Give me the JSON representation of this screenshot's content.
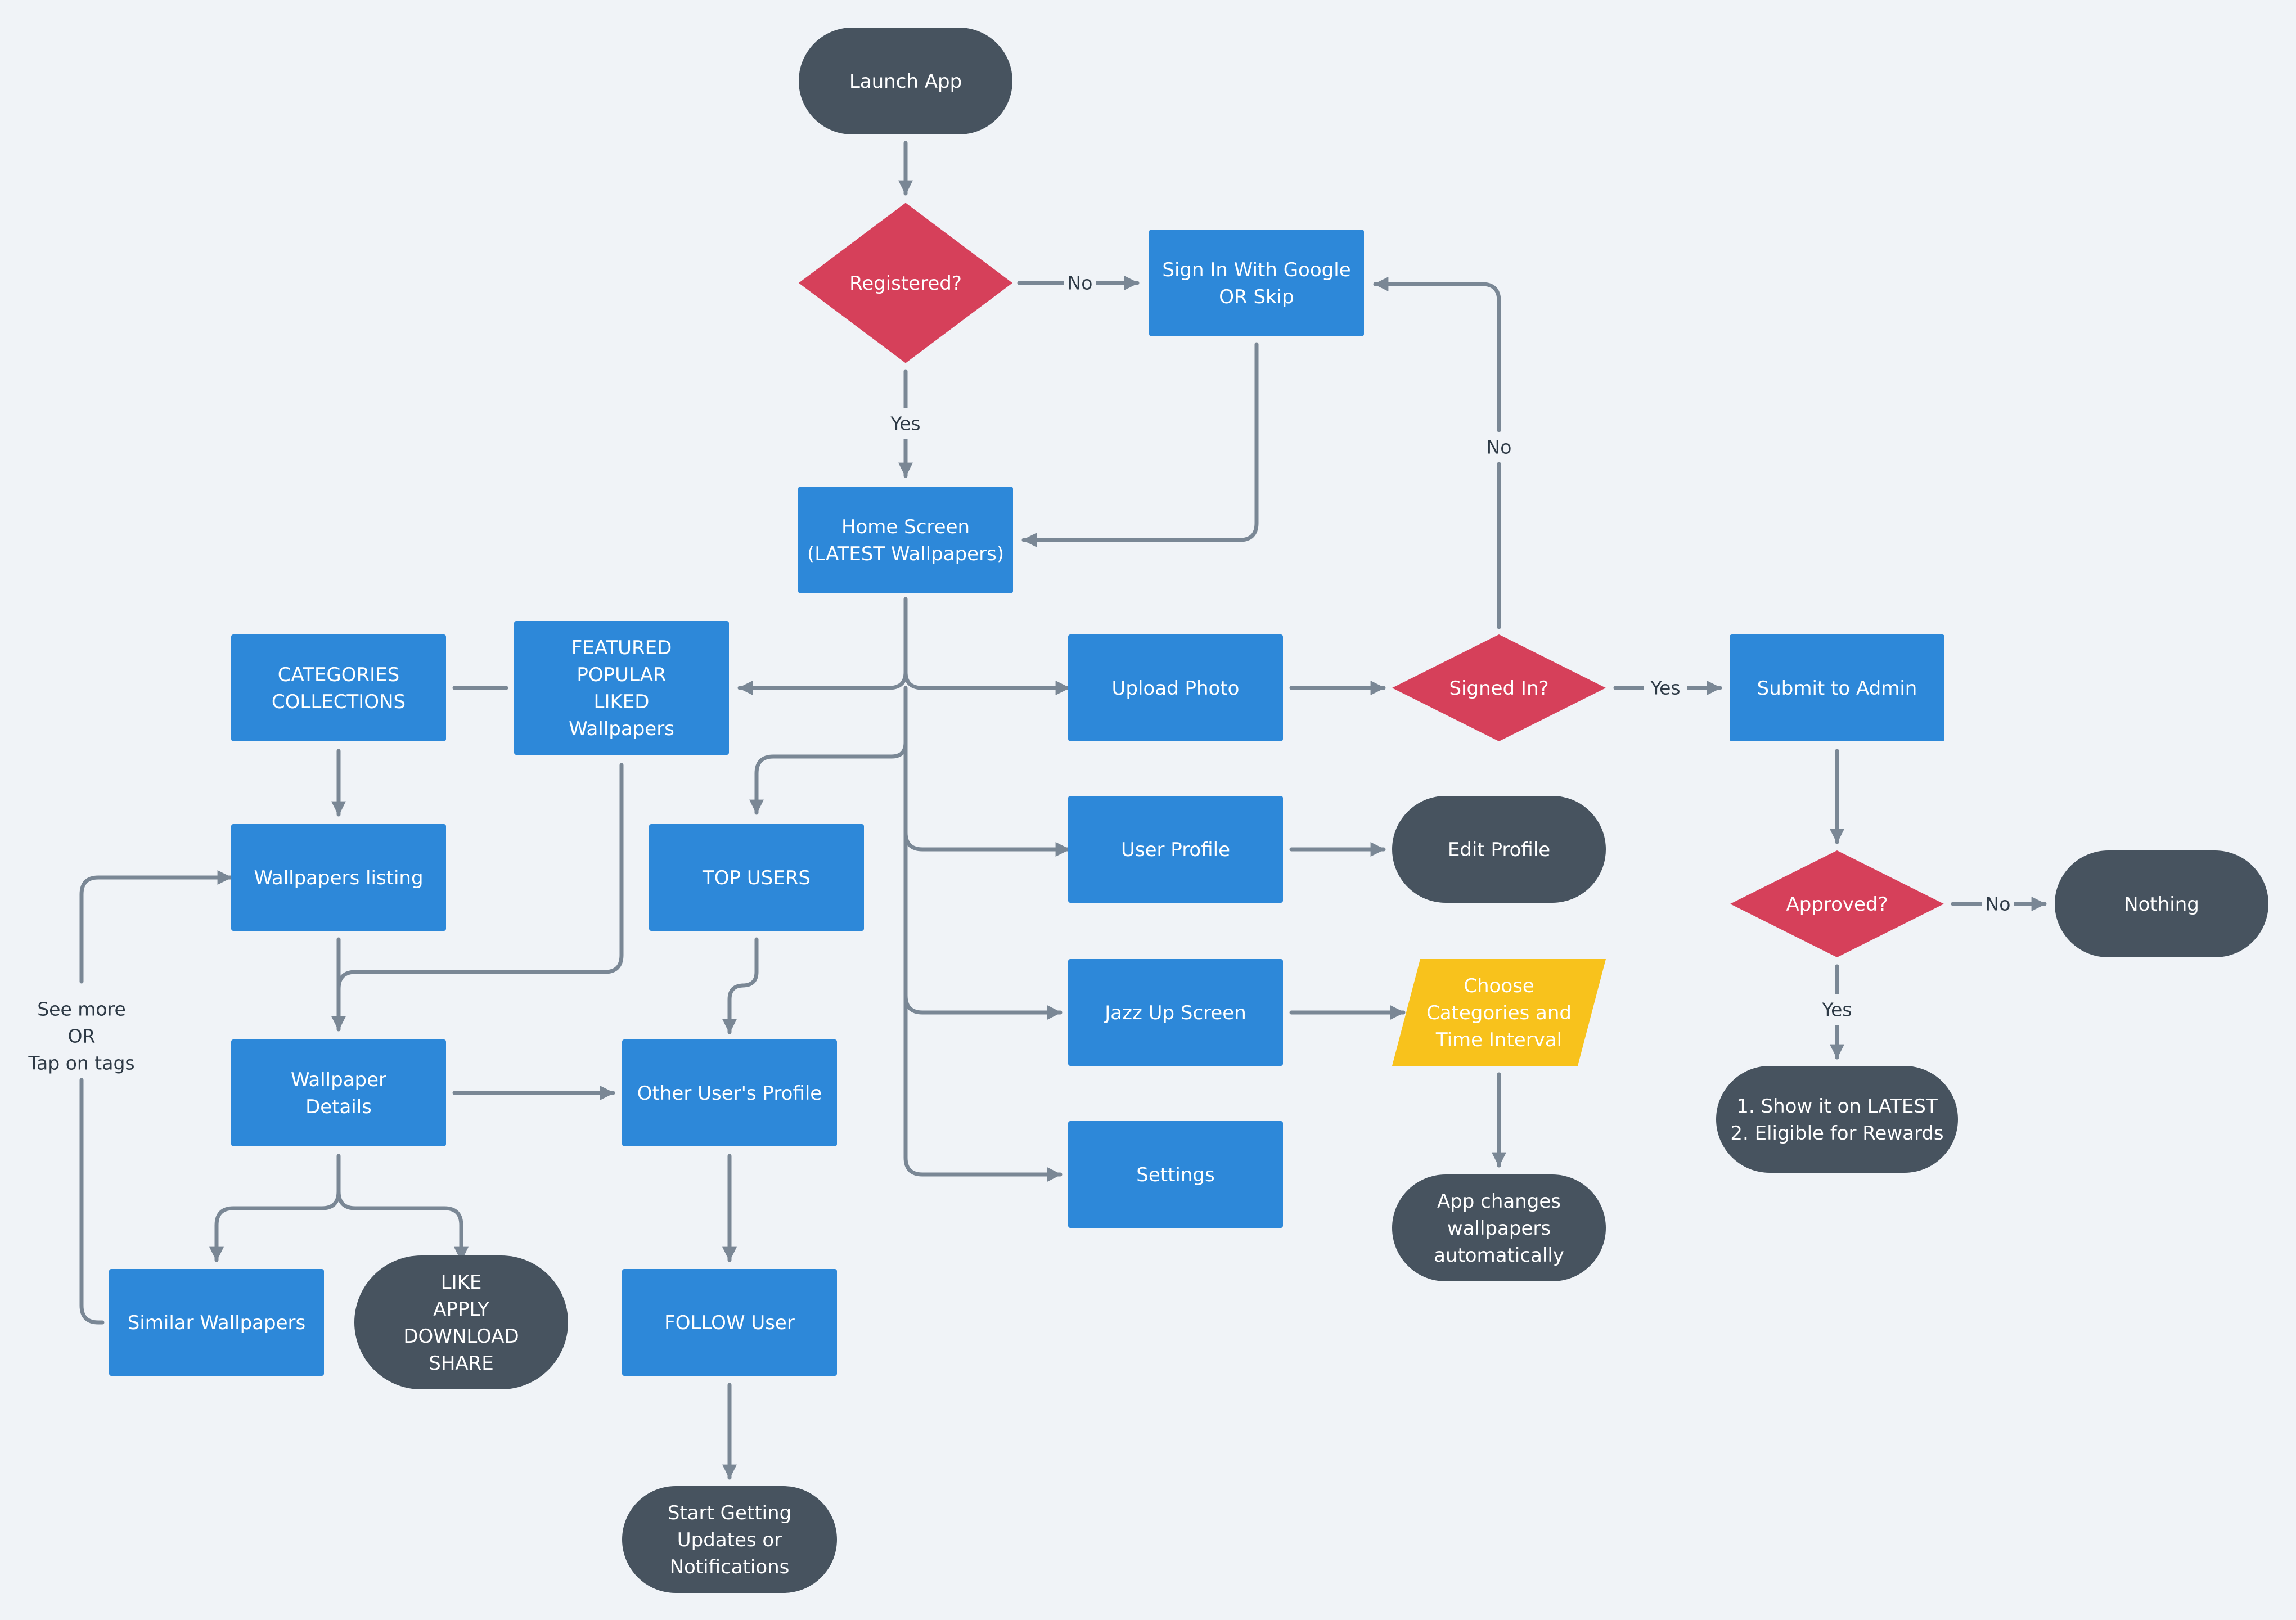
{
  "colors": {
    "background": "#f0f3f7",
    "process": "#2d88d9",
    "terminal": "#47535f",
    "decision": "#d6405a",
    "input": "#f8c21c",
    "connector": "#7a8795",
    "shape_text": "#ffffff",
    "label_text": "#2e3a46"
  },
  "nodes": {
    "launch_app": {
      "shape": "terminal",
      "lines": [
        "Launch App"
      ]
    },
    "registered": {
      "shape": "decision",
      "lines": [
        "Registered?"
      ]
    },
    "sign_in": {
      "shape": "process",
      "lines": [
        "Sign In With Google",
        "OR Skip"
      ]
    },
    "home_screen": {
      "shape": "process",
      "lines": [
        "Home Screen",
        "(LATEST Wallpapers)"
      ]
    },
    "categories": {
      "shape": "process",
      "lines": [
        "CATEGORIES",
        "COLLECTIONS"
      ]
    },
    "featured": {
      "shape": "process",
      "lines": [
        "FEATURED",
        "POPULAR",
        "LIKED",
        "Wallpapers"
      ]
    },
    "upload_photo": {
      "shape": "process",
      "lines": [
        "Upload Photo"
      ]
    },
    "signed_in": {
      "shape": "decision",
      "lines": [
        "Signed In?"
      ]
    },
    "submit_admin": {
      "shape": "process",
      "lines": [
        "Submit to Admin"
      ]
    },
    "wallpapers_listing": {
      "shape": "process",
      "lines": [
        "Wallpapers listing"
      ]
    },
    "top_users": {
      "shape": "process",
      "lines": [
        "TOP USERS"
      ]
    },
    "user_profile": {
      "shape": "process",
      "lines": [
        "User Profile"
      ]
    },
    "edit_profile": {
      "shape": "terminal",
      "lines": [
        "Edit Profile"
      ]
    },
    "approved": {
      "shape": "decision",
      "lines": [
        "Approved?"
      ]
    },
    "nothing": {
      "shape": "terminal",
      "lines": [
        "Nothing"
      ]
    },
    "jazz_up": {
      "shape": "process",
      "lines": [
        "Jazz Up Screen"
      ]
    },
    "choose_categories": {
      "shape": "input",
      "lines": [
        "Choose",
        "Categories and",
        "Time Interval"
      ]
    },
    "wallpaper_details": {
      "shape": "process",
      "lines": [
        "Wallpaper",
        "Details"
      ]
    },
    "other_profile": {
      "shape": "process",
      "lines": [
        "Other User's Profile"
      ]
    },
    "show_latest": {
      "shape": "terminal",
      "lines": [
        "1. Show it on LATEST",
        "2. Eligible for Rewards"
      ]
    },
    "settings": {
      "shape": "process",
      "lines": [
        "Settings"
      ]
    },
    "app_changes": {
      "shape": "terminal",
      "lines": [
        "App changes",
        "wallpapers",
        "automatically"
      ]
    },
    "similar_wallpapers": {
      "shape": "process",
      "lines": [
        "Similar Wallpapers"
      ]
    },
    "like_apply": {
      "shape": "terminal",
      "lines": [
        "LIKE",
        "APPLY",
        "DOWNLOAD",
        "SHARE"
      ]
    },
    "follow_user": {
      "shape": "process",
      "lines": [
        "FOLLOW User"
      ]
    },
    "start_updates": {
      "shape": "terminal",
      "lines": [
        "Start Getting",
        "Updates or",
        "Notifications"
      ]
    }
  },
  "edge_labels": {
    "registered_no": {
      "lines": [
        "No"
      ]
    },
    "registered_yes": {
      "lines": [
        "Yes"
      ]
    },
    "signed_in_no": {
      "lines": [
        "No"
      ]
    },
    "signed_in_yes": {
      "lines": [
        "Yes"
      ]
    },
    "approved_no": {
      "lines": [
        "No"
      ]
    },
    "approved_yes": {
      "lines": [
        "Yes"
      ]
    },
    "see_more": {
      "lines": [
        "See more",
        "OR",
        "Tap on tags"
      ]
    }
  }
}
